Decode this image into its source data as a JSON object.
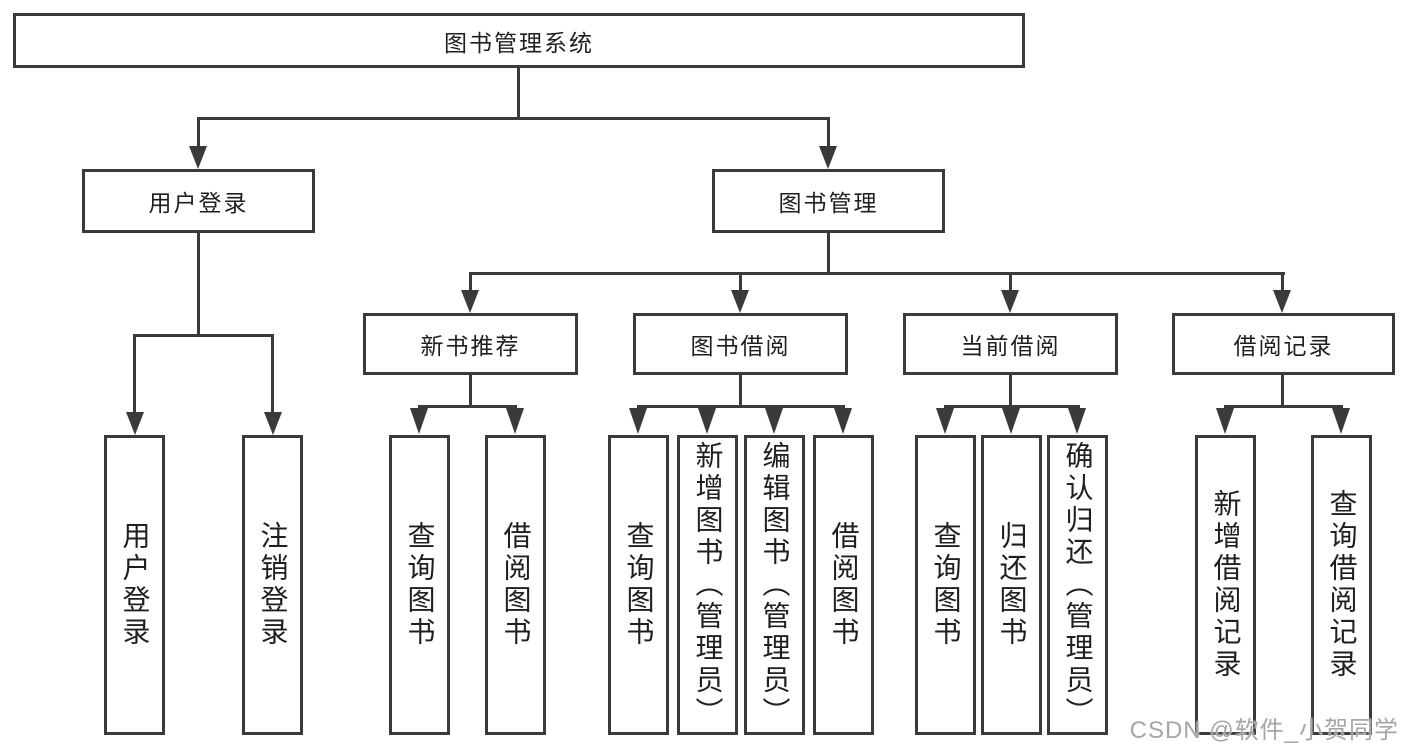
{
  "tree": {
    "label": "图书管理系统",
    "children": [
      {
        "label": "用户登录",
        "children": [
          {
            "label": "用户登录"
          },
          {
            "label": "注销登录"
          }
        ]
      },
      {
        "label": "图书管理",
        "children": [
          {
            "label": "新书推荐",
            "children": [
              {
                "label": "查询图书"
              },
              {
                "label": "借阅图书"
              }
            ]
          },
          {
            "label": "图书借阅",
            "children": [
              {
                "label": "查询图书"
              },
              {
                "label": "新增图书（管理员）"
              },
              {
                "label": "编辑图书（管理员）"
              },
              {
                "label": "借阅图书"
              }
            ]
          },
          {
            "label": "当前借阅",
            "children": [
              {
                "label": "查询图书"
              },
              {
                "label": "归还图书"
              },
              {
                "label": "确认归还（管理员）"
              }
            ]
          },
          {
            "label": "借阅记录",
            "children": [
              {
                "label": "新增借阅记录"
              },
              {
                "label": "查询借阅记录"
              }
            ]
          }
        ]
      }
    ]
  },
  "watermark": "CSDN @软件_小贺同学",
  "colors": {
    "line": "#3a3a3a",
    "text": "#1f1f1f",
    "background": "#ffffff",
    "watermark": "#a6a6a6"
  }
}
